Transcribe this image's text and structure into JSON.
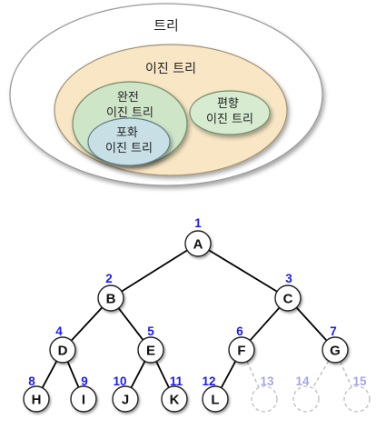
{
  "venn": {
    "outer_label": "트리",
    "binary_label": "이진 트리",
    "complete_label": [
      "완전",
      "이진 트리"
    ],
    "full_label": [
      "포화",
      "이진 트리"
    ],
    "skewed_label": [
      "편향",
      "이진 트리"
    ]
  },
  "colors": {
    "outer_fill": "#ffffff",
    "binary_fill": "#f8e6c4",
    "complete_fill": "#cfe5c8",
    "full_fill": "#c9dfe6",
    "skewed_fill": "#d6ebcf",
    "edge": "#000000",
    "index_blue": "#1a1aff",
    "index_faded": "#a6a6e8",
    "placeholder": "#bdbdbd"
  },
  "tree": {
    "nodes": [
      {
        "index": "1",
        "letter": "A"
      },
      {
        "index": "2",
        "letter": "B"
      },
      {
        "index": "3",
        "letter": "C"
      },
      {
        "index": "4",
        "letter": "D"
      },
      {
        "index": "5",
        "letter": "E"
      },
      {
        "index": "6",
        "letter": "F"
      },
      {
        "index": "7",
        "letter": "G"
      },
      {
        "index": "8",
        "letter": "H"
      },
      {
        "index": "9",
        "letter": "I"
      },
      {
        "index": "10",
        "letter": "J"
      },
      {
        "index": "11",
        "letter": "K"
      },
      {
        "index": "12",
        "letter": "L"
      },
      {
        "index": "13",
        "letter": ""
      },
      {
        "index": "14",
        "letter": ""
      },
      {
        "index": "15",
        "letter": ""
      }
    ]
  }
}
